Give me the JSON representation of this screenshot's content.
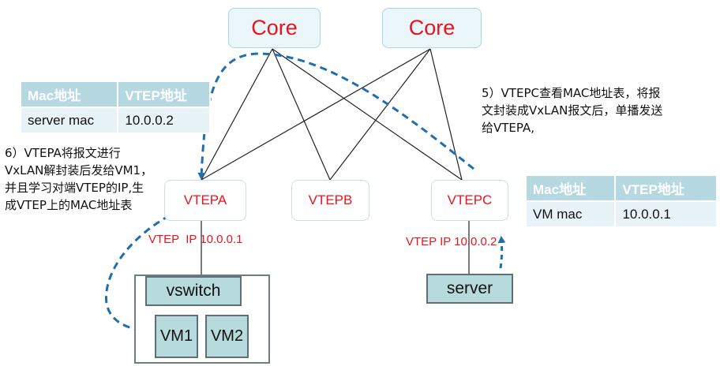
{
  "nodes": {
    "core_left": "Core",
    "core_right": "Core",
    "vtep_a": "VTEPA",
    "vtep_b": "VTEPB",
    "vtep_c": "VTEPC",
    "vswitch": "vswitch",
    "vm1": "VM1",
    "vm2": "VM2",
    "server": "server"
  },
  "ip_labels": {
    "vtep_a": "VTEP  IP 10.0.0.1",
    "vtep_c": "VTEP IP 10.0.0.2"
  },
  "table_left": {
    "headers": [
      "Mac地址",
      "VTEP地址"
    ],
    "row": [
      "server mac",
      "10.0.0.2"
    ]
  },
  "table_right": {
    "headers": [
      "Mac地址",
      "VTEP地址"
    ],
    "row": [
      "VM mac",
      "10.0.0.1"
    ]
  },
  "notes": {
    "step5": [
      "5）VTEPC查看MAC地址表，将报",
      "文封装成VxLAN报文后，单播发送",
      "给VTEPA,"
    ],
    "step6": [
      "6）VTEPA将报文进行",
      "VxLAN解封装后发给VM1，",
      "并且学习对端VTEP的IP,生",
      "成VTEP上的MAC地址表"
    ]
  },
  "colors": {
    "accent_red": "#e8141e",
    "dashed_arrow": "#1f6fb0",
    "core_fill": "#eaf6f9",
    "table_header": "#b6d9e1",
    "table_cell": "#e7f3f6",
    "device_fill": "#b7dadd"
  }
}
